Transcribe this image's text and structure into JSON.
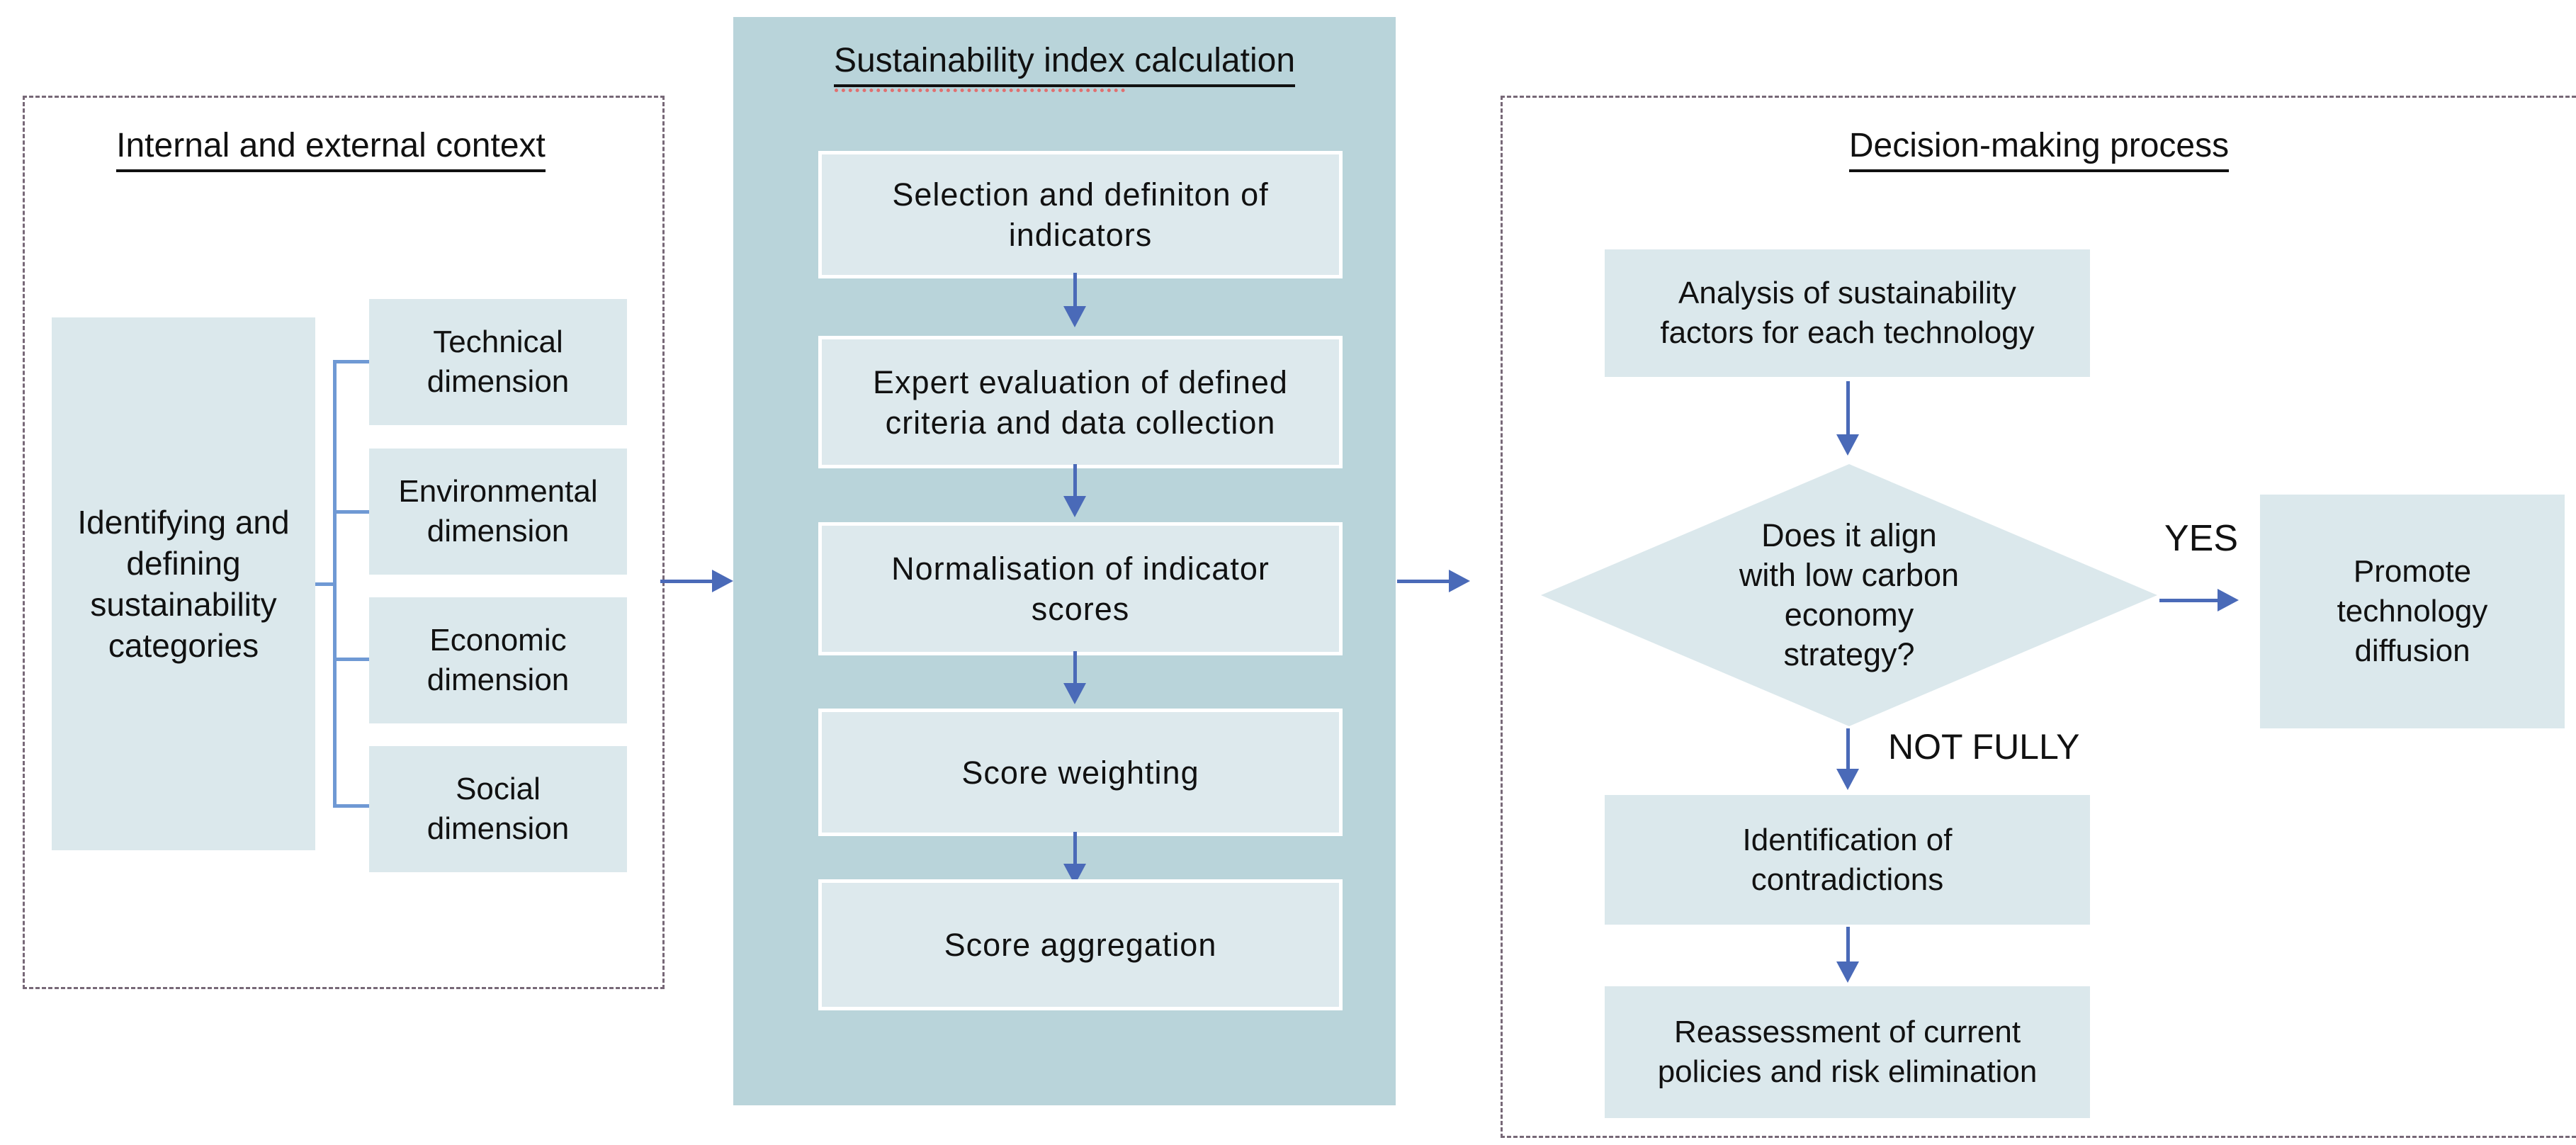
{
  "diagram": {
    "left_panel": {
      "title": "Internal and external context",
      "main_box": {
        "lines": [
          "Identifying and",
          "defining",
          "sustainability",
          "categories"
        ]
      },
      "dimension_boxes": [
        {
          "lines": [
            "Technical",
            "dimension"
          ]
        },
        {
          "lines": [
            "Environmental",
            "dimension"
          ]
        },
        {
          "lines": [
            "Economic",
            "dimension"
          ]
        },
        {
          "lines": [
            "Social",
            "dimension"
          ]
        }
      ]
    },
    "middle_panel": {
      "title": "Sustainability index calculation",
      "steps": [
        {
          "lines": [
            "Selection and definiton of",
            "indicators"
          ]
        },
        {
          "lines": [
            "Expert evaluation of defined",
            "criteria and data collection"
          ]
        },
        {
          "lines": [
            "Normalisation of indicator",
            "scores"
          ]
        },
        {
          "lines": [
            "Score weighting",
            ""
          ]
        },
        {
          "lines": [
            "Score aggregation",
            ""
          ]
        }
      ]
    },
    "right_panel": {
      "title": "Decision-making process",
      "analysis_box": {
        "lines": [
          "Analysis of sustainability",
          "factors for each technology"
        ]
      },
      "decision_diamond": {
        "lines": [
          "Does it align",
          "with low carbon",
          "economy",
          "strategy?"
        ]
      },
      "yes_label": "YES",
      "not_fully_label": "NOT FULLY",
      "promote_box": {
        "lines": [
          "Promote",
          "technology",
          "diffusion"
        ]
      },
      "identification_box": {
        "lines": [
          "Identification of",
          "contradictions"
        ]
      },
      "reassessment_box": {
        "lines": [
          "Reassessment of current",
          "policies and risk elimination"
        ]
      }
    },
    "colors": {
      "teal_panel": "#b9d4da",
      "light_box_fill": "#dbe8ec",
      "mid_box_fill": "#dde9ed",
      "mid_box_border": "#ffffff",
      "arrow_blue": "#4a6ab8",
      "bracket_blue": "#6f99d4",
      "dashed_border": "#776877",
      "text": "#111111",
      "spellcheck_squiggle": "#e07070"
    }
  }
}
